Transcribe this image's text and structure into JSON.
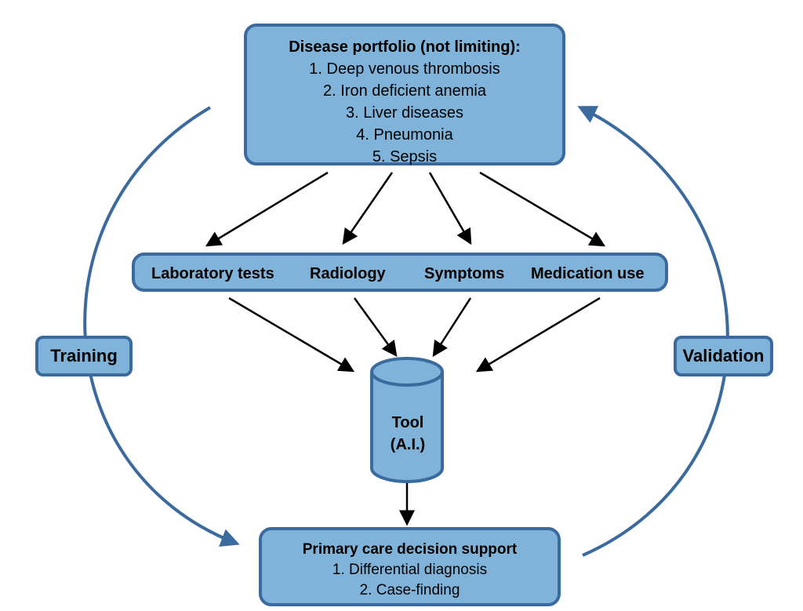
{
  "portfolio": {
    "title": "Disease portfolio (not limiting):",
    "items": [
      "1. Deep venous thrombosis",
      "2. Iron deficient anemia",
      "3. Liver diseases",
      "4. Pneumonia",
      "5. Sepsis"
    ]
  },
  "factors": [
    "Laboratory tests",
    "Radiology",
    "Symptoms",
    "Medication use"
  ],
  "tool": {
    "line1": "Tool",
    "line2": "(A.I.)"
  },
  "support": {
    "title": "Primary care decision support",
    "items": [
      "1. Differential diagnosis",
      "2. Case-finding"
    ]
  },
  "cycle": {
    "left": "Training",
    "right": "Validation"
  },
  "colors": {
    "box_fill": "#7fb3d9",
    "box_border": "#3a6a9e",
    "arrow": "#000000",
    "cycle_arrow": "#3a6a9e"
  }
}
